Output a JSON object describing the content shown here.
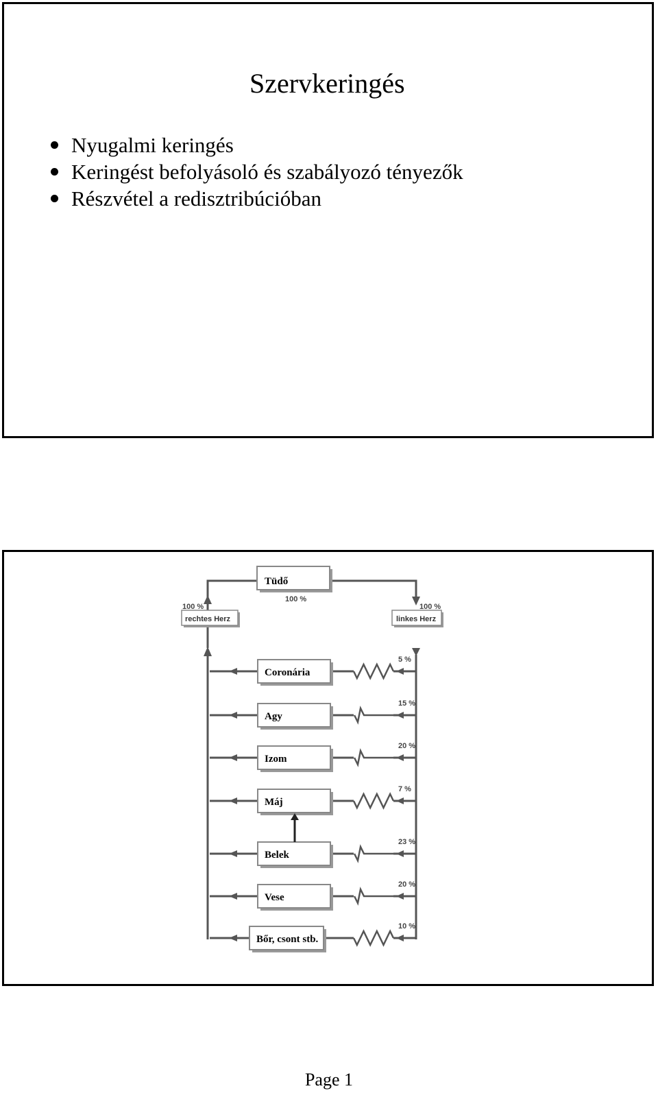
{
  "slide1": {
    "title": "Szervkeringés",
    "bullets": [
      "Nyugalmi keringés",
      "Keringést befolyásoló és szabályozó tényezők",
      "Részvétel a redisztribúcióban"
    ]
  },
  "slide2": {
    "top_organ": "Tüdő",
    "top_percent": "100 %",
    "right_heart": {
      "percent": "100 %",
      "label": "rechtes Herz"
    },
    "left_heart": {
      "percent": "100 %",
      "label": "linkes Herz"
    },
    "organs": [
      {
        "label": "Coronária",
        "percent": "5 %"
      },
      {
        "label": "Agy",
        "percent": "15 %"
      },
      {
        "label": "Izom",
        "percent": "20 %"
      },
      {
        "label": "Máj",
        "percent": "7 %"
      },
      {
        "label": "Belek",
        "percent": "23 %"
      },
      {
        "label": "Vese",
        "percent": "20 %"
      },
      {
        "label": "Bőr, csont stb.",
        "percent": "10 %"
      }
    ]
  },
  "footer": {
    "page": "Page 1"
  }
}
